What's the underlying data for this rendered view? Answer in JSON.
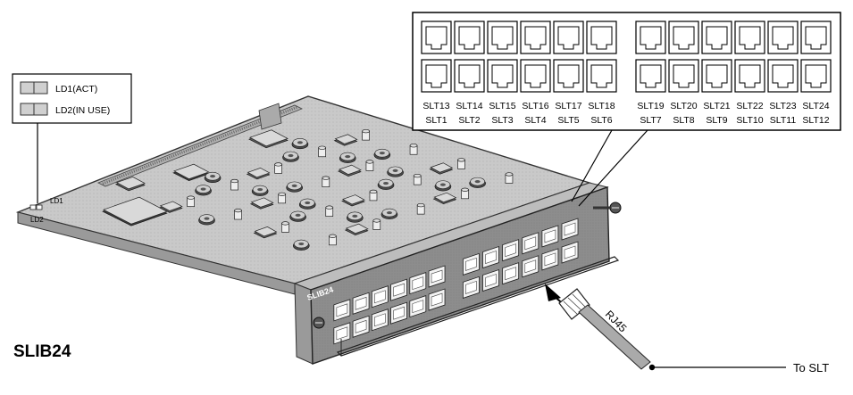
{
  "product_title": "SLIB24",
  "faceplate_label": "SLIB24",
  "led_legend": [
    {
      "label": "LD1(ACT)"
    },
    {
      "label": "LD2(IN USE)"
    }
  ],
  "board_led_labels": [
    "LD1",
    "LD2"
  ],
  "port_panel": {
    "left_group": {
      "top_row": [
        "SLT13",
        "SLT14",
        "SLT15",
        "SLT16",
        "SLT17",
        "SLT18"
      ],
      "bottom_row": [
        "SLT1",
        "SLT2",
        "SLT3",
        "SLT4",
        "SLT5",
        "SLT6"
      ]
    },
    "right_group": {
      "top_row": [
        "SLT19",
        "SLT20",
        "SLT21",
        "SLT22",
        "SLT23",
        "SLT24"
      ],
      "bottom_row": [
        "SLT7",
        "SLT8",
        "SLT9",
        "SLT10",
        "SLT11",
        "SLT12"
      ]
    }
  },
  "cable_label": "RJ45",
  "destination_label": "To SLT"
}
